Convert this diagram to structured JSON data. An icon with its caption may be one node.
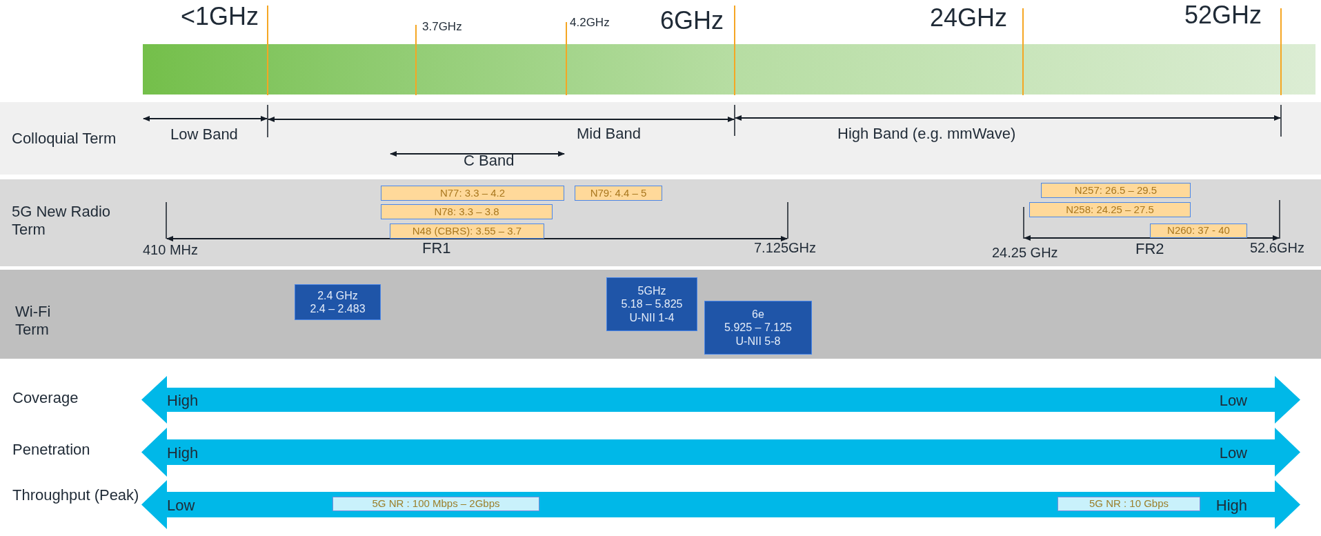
{
  "diagram": {
    "nodes": [
      {
        "text": [
          "Colloquial Term"
        ]
      },
      {
        "text": [
          "5G New Radio Term"
        ]
      },
      {
        "text": [
          "N77: 3.3 – 4.2"
        ],
        "in": 1
      },
      {
        "text": [
          "N79: 4.4 – 5"
        ],
        "in": 1
      },
      {
        "text": [
          "N78: 3.3 – 3.8"
        ],
        "in": 1
      },
      {
        "text": [
          "N48 (CBRS): 3.55 – 3.7"
        ],
        "in": 1
      },
      {
        "text": [
          "N257: 26.5 – 29.5"
        ],
        "in": 1
      },
      {
        "text": [
          "N258: 24.25 – 27.5"
        ],
        "in": 1
      },
      {
        "text": [
          "N260: 37 - 40"
        ],
        "in": 1
      },
      {
        "text": [
          "Wi-Fi Term"
        ]
      },
      {
        "text": [
          "2.4 GHz",
          "2.4 – 2.483"
        ],
        "in": 9
      },
      {
        "text": [
          "5GHz",
          "5.18 – 5.825",
          "U-NII 1-4"
        ],
        "in": 9
      },
      {
        "text": [
          "6e",
          "5.925 – 7.125",
          "U-NII 5-8"
        ],
        "in": 9
      },
      {
        "text": [
          "High",
          "Low"
        ]
      },
      {
        "text": [
          "High",
          "Low"
        ]
      },
      {
        "text": [
          "Low",
          "High"
        ]
      },
      {
        "text": [
          "5G NR : 100 Mbps – 2Gbps"
        ],
        "in": 15
      },
      {
        "text": [
          "5G NR : 10 Gbps"
        ],
        "in": 15
      },
      {
        "text": [],
        "shape": "bar"
      }
    ],
    "labels": [
      "<1GHz",
      "3.7GHz",
      "4.2GHz",
      "6GHz",
      "24GHz",
      "52GHz",
      "Low Band",
      "Mid Band",
      "C Band",
      "High Band (e.g. mmWave)",
      "410 MHz",
      "FR1",
      "7.125GHz",
      "24.25 GHz",
      "FR2",
      "52.6GHz",
      "Coverage",
      "Penetration",
      "Throughput (Peak)"
    ]
  }
}
